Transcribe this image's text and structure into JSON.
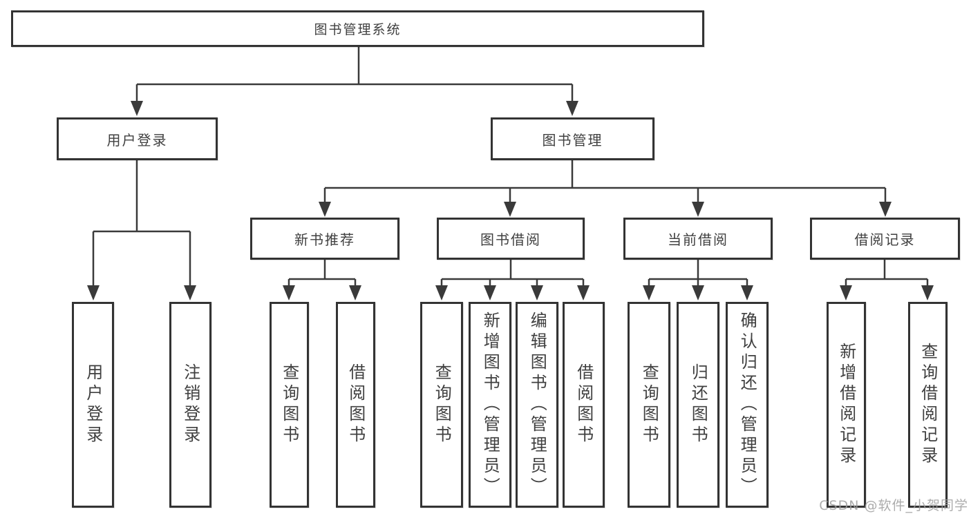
{
  "nodes": {
    "root": "图书管理系统",
    "user_login": "用户登录",
    "book_mgmt": "图书管理",
    "new_books": "新书推荐",
    "book_borrow": "图书借阅",
    "current_borrow": "当前借阅",
    "borrow_records": "借阅记录",
    "leaf_user_login": "用户登录",
    "leaf_logout": "注销登录",
    "leaf_nb_query": "查询图书",
    "leaf_nb_borrow": "借阅图书",
    "leaf_bb_query": "查询图书",
    "leaf_bb_add": "新增图书（管理员）",
    "leaf_bb_edit": "编辑图书（管理员）",
    "leaf_bb_borrow": "借阅图书",
    "leaf_cb_query": "查询图书",
    "leaf_cb_return": "归还图书",
    "leaf_cb_confirm": "确认归还（管理员）",
    "leaf_br_add": "新增借阅记录",
    "leaf_br_query": "查询借阅记录"
  },
  "hierarchy": {
    "root": [
      "user_login",
      "book_mgmt"
    ],
    "user_login": [
      "leaf_user_login",
      "leaf_logout"
    ],
    "book_mgmt": [
      "new_books",
      "book_borrow",
      "current_borrow",
      "borrow_records"
    ],
    "new_books": [
      "leaf_nb_query",
      "leaf_nb_borrow"
    ],
    "book_borrow": [
      "leaf_bb_query",
      "leaf_bb_add",
      "leaf_bb_edit",
      "leaf_bb_borrow"
    ],
    "current_borrow": [
      "leaf_cb_query",
      "leaf_cb_return",
      "leaf_cb_confirm"
    ],
    "borrow_records": [
      "leaf_br_add",
      "leaf_br_query"
    ]
  },
  "watermark": "CSDN @软件_小贺同学",
  "colors": {
    "border": "#333333",
    "line": "#3a3a3a",
    "text": "#3f3f3f",
    "background": "#ffffff",
    "watermark": "#9e9e9e"
  }
}
